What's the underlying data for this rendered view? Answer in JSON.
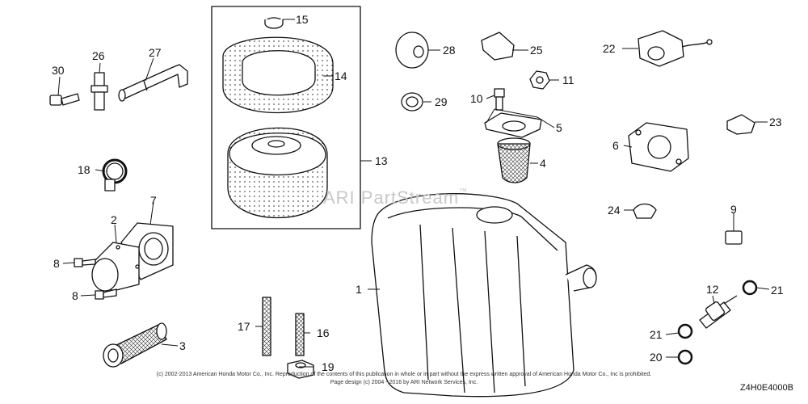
{
  "watermark": {
    "text": "ARI PartStream",
    "mark": "™"
  },
  "callouts": {
    "c1": "1",
    "c2": "2",
    "c3": "3",
    "c4": "4",
    "c5": "5",
    "c6": "6",
    "c7": "7",
    "c8": "8",
    "c9": "9",
    "c10": "10",
    "c11": "11",
    "c12": "12",
    "c13": "13",
    "c14": "14",
    "c15": "15",
    "c16": "16",
    "c17": "17",
    "c18": "18",
    "c19": "19",
    "c20": "20",
    "c21": "21",
    "c22": "22",
    "c23": "23",
    "c24": "24",
    "c25": "25",
    "c26": "26",
    "c27": "27",
    "c28": "28",
    "c29": "29",
    "c30": "30"
  },
  "footer": {
    "copyright1": "(c) 2002-2013 American Honda Motor Co., Inc. Reproduction of the contents of this publication in whole or in part without the express written approval of American Honda Motor Co., Inc is prohibited.",
    "copyright2": "Page design (c) 2004 - 2016 by ARI Network Services, Inc.",
    "code": "Z4H0E4000B"
  }
}
